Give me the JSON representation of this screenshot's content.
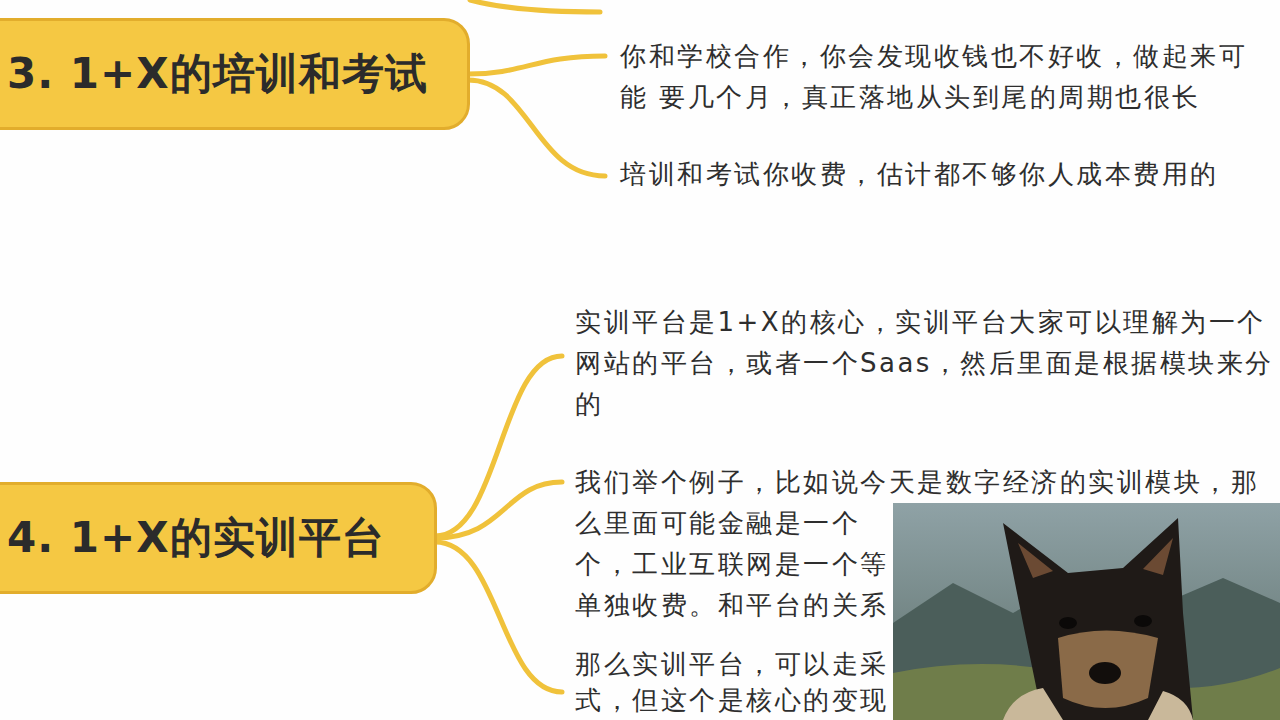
{
  "diagram": {
    "nodes": [
      {
        "text": [
          "3. 1+X的培训和考试"
        ]
      },
      {
        "text": [
          "4. 1+X的实训平台"
        ]
      }
    ],
    "labels": [
      "你和学校合作，你会发现收钱也不好收，做起来可 能 要几个月，真正落地从头到尾的周期也很长",
      "培训和考试你收费，估计都不够你人成本费用的",
      "实训平台是1+X的核心，实训平台大家可以理解为一个网站的平台，或者一个Saas，然后里面是根据模块来分的",
      "我们举个例子，比如说今天是数字经济的实训模块，那么里面可能金融是一个 个，工业互联网是一个等 单独收费。和平台的关系",
      "那么实训平台，可以走采 式，但这个是核心的变现"
    ]
  }
}
